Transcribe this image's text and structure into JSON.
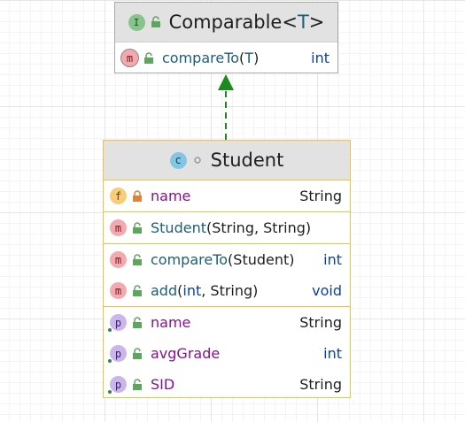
{
  "interface": {
    "badge": "I",
    "name": "Comparable",
    "type_param_open": "<",
    "type_param": "T",
    "type_param_close": ">",
    "methods": [
      {
        "badge": "m",
        "name": "compareTo",
        "paren_open": "(",
        "param": "T",
        "paren_close": ")",
        "type": "int"
      }
    ]
  },
  "class": {
    "badge": "c",
    "name": "Student",
    "fields": [
      {
        "badge": "f",
        "name": "name",
        "type": "String"
      }
    ],
    "constructors": [
      {
        "badge": "m",
        "name": "Student",
        "params": "(String, String)"
      }
    ],
    "methods": [
      {
        "badge": "m",
        "name": "compareTo",
        "paren_open": "(",
        "param": "Student",
        "paren_close": ")",
        "type": "int"
      },
      {
        "badge": "m",
        "name": "add",
        "paren_open": "(",
        "param_kw": "int",
        "param_rest": ", String",
        "paren_close": ")",
        "type": "void"
      }
    ],
    "properties": [
      {
        "badge": "p",
        "name": "name",
        "type": "String"
      },
      {
        "badge": "p",
        "name": "avgGrade",
        "type": "int"
      },
      {
        "badge": "p",
        "name": "SID",
        "type": "String"
      }
    ]
  },
  "colors": {
    "accent_arrow": "#1c8a1c",
    "class_border": "#f0c040",
    "interface_border": "#a9a9a9"
  }
}
